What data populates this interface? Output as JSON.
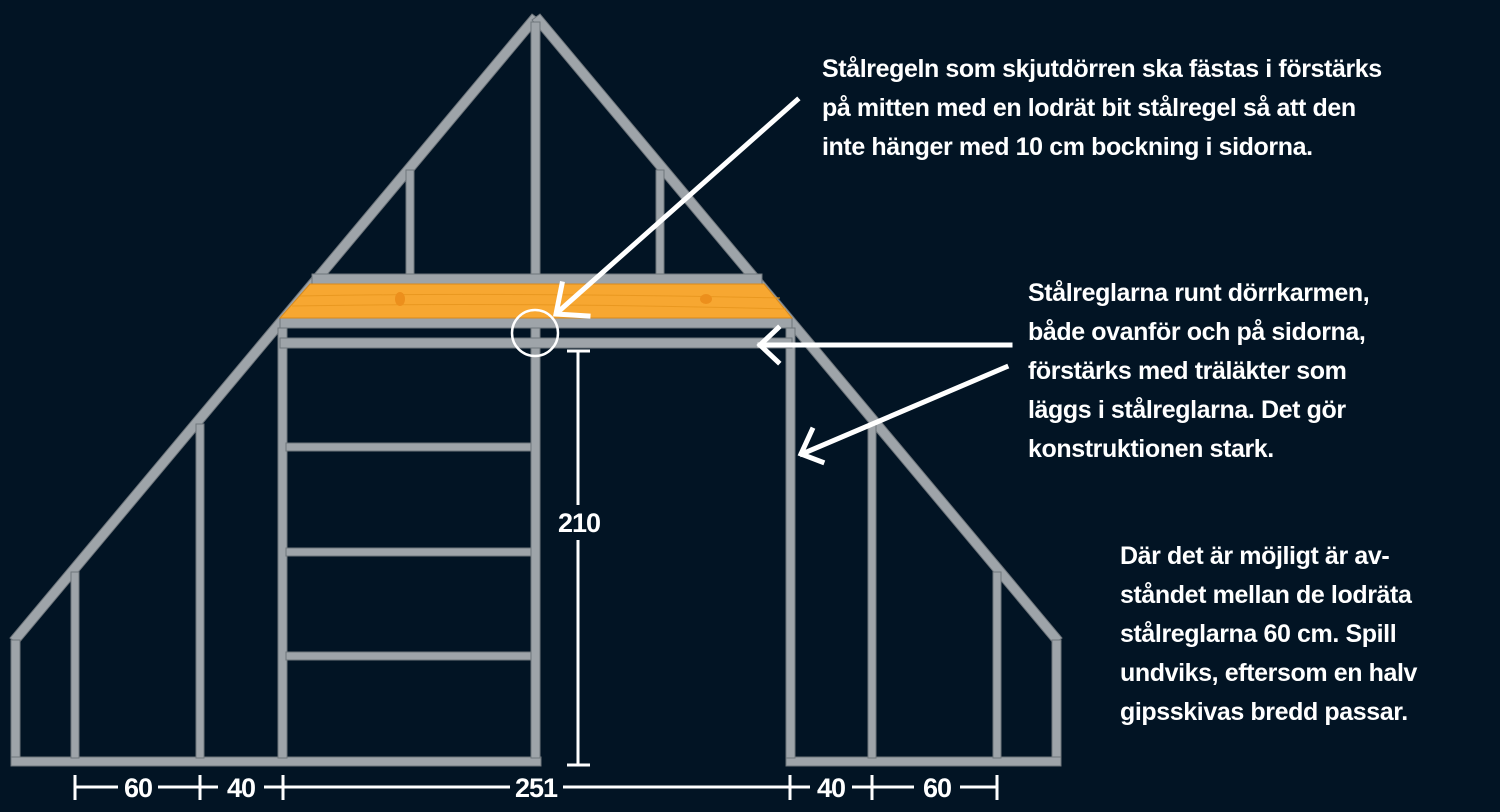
{
  "colors": {
    "background": "#021424",
    "steel": "#9ea4a9",
    "steel_dark": "#6f767c",
    "wood": "#f7a731",
    "annotation": "#ffffff"
  },
  "notes": {
    "top": [
      "Stålregeln som skjutdörren ska fästas i förstärks",
      "på mitten med en lodrät bit stålregel så att den",
      "inte hänger med 10 cm bockning i sidorna."
    ],
    "middle": [
      "Stålreglarna runt dörrkarmen,",
      "både ovanför och på sidorna,",
      "förstärks med träläkter som",
      "läggs i stålreglarna. Det gör",
      "konstruktionen stark."
    ],
    "bottom": [
      "Där det är möjligt är av-",
      "ståndet mellan de lodräta",
      "stålreglarna 60 cm. Spill",
      "undviks, eftersom en halv",
      "gipsskivas bredd passar."
    ]
  },
  "dimensions": {
    "door_height": "210",
    "left_outer": "60",
    "left_inner": "40",
    "door_width": "251",
    "right_inner": "40",
    "right_outer": "60"
  }
}
